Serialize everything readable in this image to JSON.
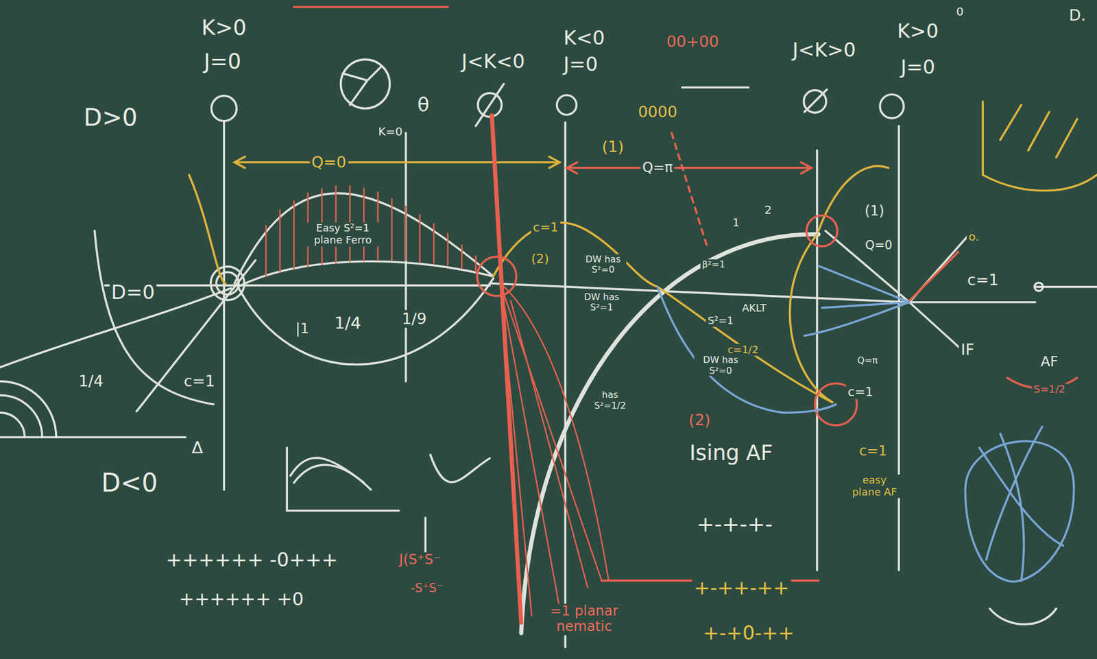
{
  "diagram": {
    "labels": [
      "K>0",
      "J=0",
      "D>0",
      "K<0",
      "J<K<0",
      "J=0",
      "00+00",
      "0000",
      "J<K>0",
      "K>0",
      "J=0",
      "0",
      "D.",
      "θ",
      "K=0",
      "Q=0",
      "(1)",
      "Q=π",
      "D=0",
      "c=1",
      "1/4",
      "|1",
      "1/4",
      "1/9",
      "Easy S²=1 plane Ferro",
      "c=1",
      "(2)",
      "DW has S²=0",
      "DW has S²=1",
      "has S²=1/2",
      "1",
      "2",
      "S²=1",
      "AKLT",
      "β²=1",
      "DW has S²=0",
      "c=1/2",
      "(1)",
      "Q=0",
      "c=1",
      "IF",
      "c=1",
      "AF",
      "S=1/2",
      "(2)",
      "Ising AF",
      "+-+-+-",
      "c=1",
      "easy plane AF",
      "D<0",
      "++++++ -0+++",
      "++++++ +0",
      "J(S⁺S⁻",
      "-S⁺S⁻",
      "=1 planar nematic",
      "+-++-++",
      "+-+0-++",
      "Δ",
      "Q=π",
      "o."
    ]
  }
}
